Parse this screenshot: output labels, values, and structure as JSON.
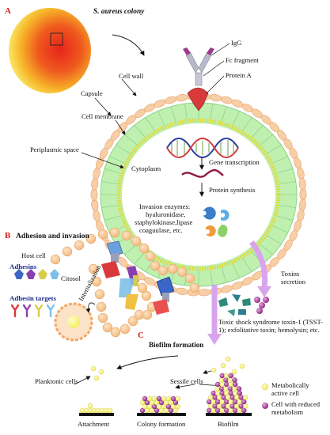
{
  "panels": {
    "a": "A",
    "b": "B",
    "c": "C"
  },
  "section_a": {
    "colony_title": "S. aureus colony",
    "igg": "IgG",
    "fc_fragment": "Fc fragment",
    "protein_a": "Protein A",
    "cell_wall": "Cell wall",
    "capsule": "Capsule",
    "cell_membrane": "Cell membrane",
    "periplasmic_space": "Periplasmic space",
    "cytoplasm": "Cytoplasm",
    "gene_transcription": "Gene transcription",
    "protein_synthesis": "Protein synthesis",
    "invasion_enzymes": "Invasion enzymes:",
    "enzymes_line1": "hyaluronidase,",
    "enzymes_line2": "staphylokinase,lipase",
    "enzymes_line3": "coaguulase, etc."
  },
  "section_b": {
    "title": "Adhesion and invasion",
    "host_cell": "Host cell",
    "citosol": "Citosol",
    "adhesins": "Adhesins",
    "adhesin_targets": "Adhesin targets",
    "internalization": "Internalization",
    "toxins_secretion_1": "Toxins",
    "toxins_secretion_2": "secretion",
    "toxins_text": "Toxic shock syndrome toxin-1 (TSST-1); exfolitative toxin; hemolysin; etc."
  },
  "section_c": {
    "title": "Biofilm formation",
    "planktonic_cells": "Planktonic cells",
    "sessile_cells": "Sessile cells",
    "attachment": "Attachment",
    "colony_formation": "Colony formation",
    "biofilm": "Biofilm",
    "legend_active_1": "Metabolically",
    "legend_active_2": "active cell",
    "legend_reduced_1": "Cell with reduced",
    "legend_reduced_2": "metabolism"
  },
  "colors": {
    "panel_letter": "#d42020",
    "capsule": "#f7cfa6",
    "cell_wall": "#bff0b0",
    "membrane": "#f2e94a",
    "active_cell": "#f3ee5a",
    "reduced_cell": "#a8309a",
    "secretion_arrow": "#d8a4ee",
    "colony_center": "#e8231c"
  },
  "icons": [
    "igg-antibody-icon",
    "protein-a-icon",
    "dna-helix-icon",
    "mrna-icon",
    "enzyme-icon",
    "adhesin-icon",
    "toxin-icon",
    "host-cell-icon"
  ]
}
